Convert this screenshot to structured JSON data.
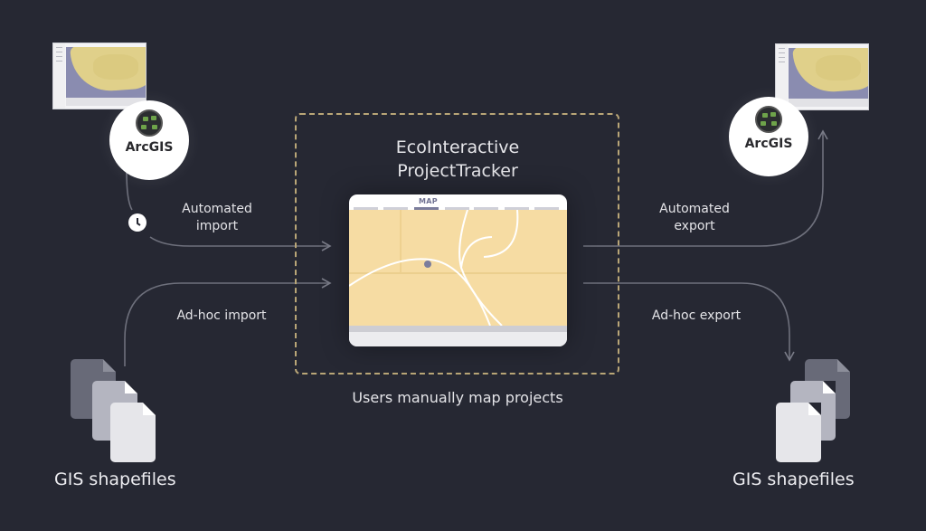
{
  "diagram": {
    "title_line1": "EcoInteractive",
    "title_line2": "ProjectTracker",
    "caption": "Users manually map projects",
    "app_mockup": {
      "active_tab": "MAP"
    },
    "sources": {
      "arcgis_left": {
        "label": "ArcGIS"
      },
      "shapefiles_left": {
        "label": "GIS shapefiles"
      }
    },
    "destinations": {
      "arcgis_right": {
        "label": "ArcGIS"
      },
      "shapefiles_right": {
        "label": "GIS shapefiles"
      }
    },
    "flows": {
      "automated_import": {
        "line1": "Automated",
        "line2": "import"
      },
      "adhoc_import": {
        "label": "Ad-hoc import"
      },
      "automated_export": {
        "line1": "Automated",
        "line2": "export"
      },
      "adhoc_export": {
        "label": "Ad-hoc export"
      }
    },
    "icons": {
      "clock": "clock-icon",
      "globe": "arcgis-globe-icon",
      "file": "document-icon",
      "arrow": "arrow-icon"
    },
    "colors": {
      "background": "#262833",
      "dashed_border": "#b9a677",
      "map_fill": "#f6dca3",
      "connector": "#6e707c",
      "text": "#e6e6ea"
    }
  }
}
